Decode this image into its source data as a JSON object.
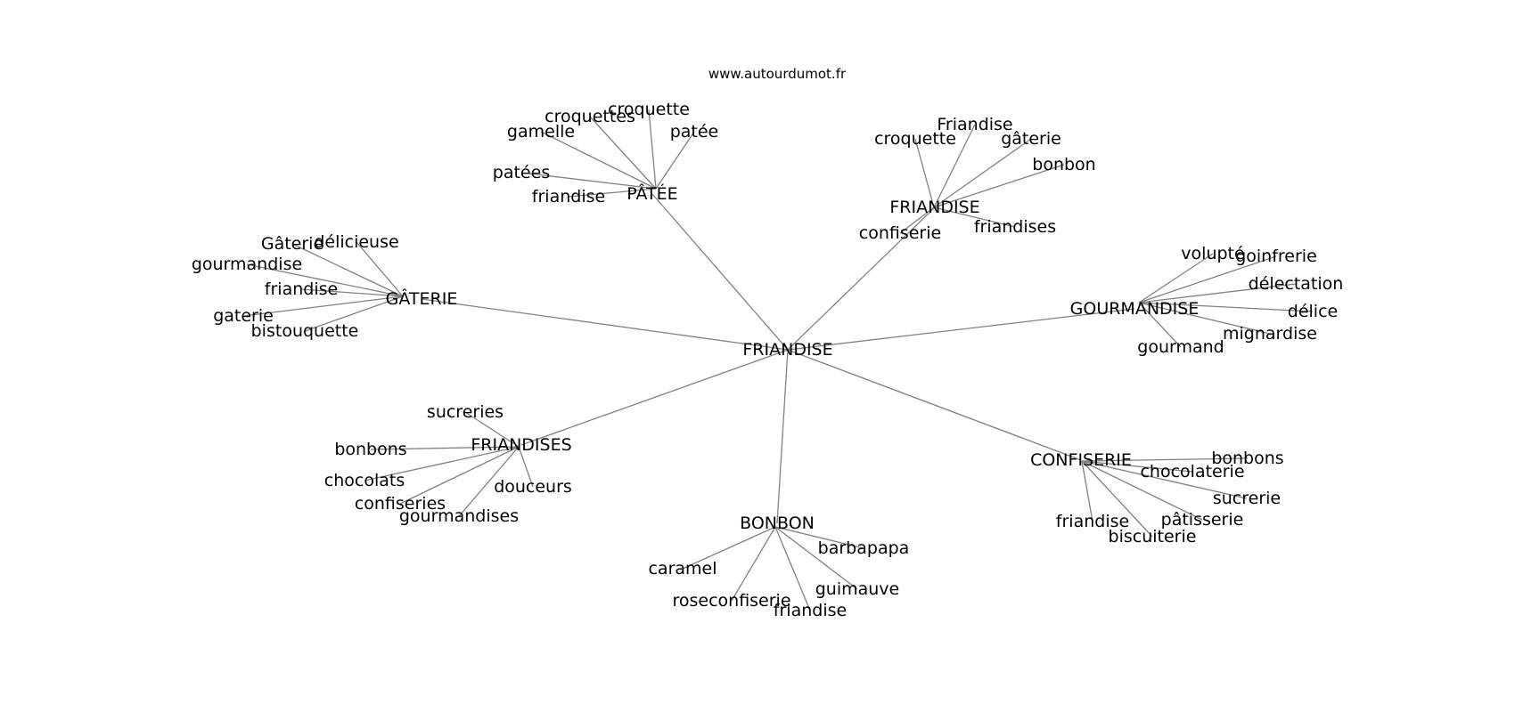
{
  "source": "www.autourdumot.fr",
  "root": "FRIANDISE",
  "clusters": [
    {
      "label": "PÂTÉE",
      "leaves": [
        "croquette",
        "croquettes",
        "gamelle",
        "patée",
        "patées",
        "friandise"
      ]
    },
    {
      "label": "FRIANDISE",
      "leaves": [
        "Friandise",
        "croquette",
        "gâterie",
        "bonbon",
        "confiserie",
        "friandises"
      ]
    },
    {
      "label": "GÂTERIE",
      "leaves": [
        "Gâterie",
        "délicieuse",
        "gourmandise",
        "friandise",
        "gaterie",
        "bistouquette"
      ]
    },
    {
      "label": "GOURMANDISE",
      "leaves": [
        "volupté",
        "goinfrerie",
        "délectation",
        "délice",
        "mignardise",
        "gourmand"
      ]
    },
    {
      "label": "FRIANDISES",
      "leaves": [
        "sucreries",
        "bonbons",
        "chocolats",
        "confiseries",
        "gourmandises",
        "douceurs"
      ]
    },
    {
      "label": "CONFISERIE",
      "leaves": [
        "bonbons",
        "chocolaterie",
        "sucrerie",
        "pâtisserie",
        "friandise",
        "biscuiterie"
      ]
    },
    {
      "label": "BONBON",
      "leaves": [
        "barbapapa",
        "caramel",
        "guimauve",
        "roseconfiserie",
        "friandise"
      ]
    }
  ]
}
